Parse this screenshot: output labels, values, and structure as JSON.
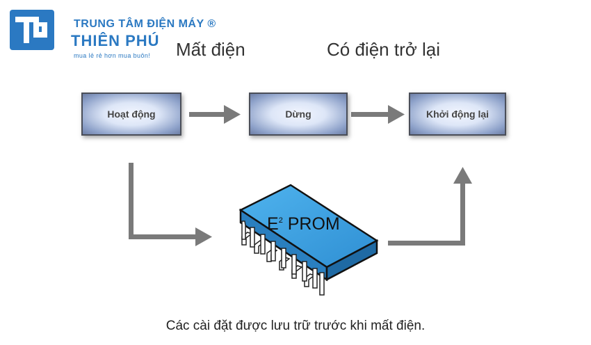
{
  "logo": {
    "top_line": "TRUNG TÂM ĐIỆN MÁY ®",
    "name": "THIÊN PHÚ",
    "slogan": "mua lẻ rẻ hơn mua buôn!",
    "color": "#2b79c2"
  },
  "headings": {
    "power_off": "Mất điện",
    "power_restored": "Có điện trở lại"
  },
  "boxes": {
    "operating": "Hoạt động",
    "stopped": "Dừng",
    "restart": "Khởi động lại"
  },
  "chip": {
    "label_main": "E",
    "label_sup": "2",
    "label_rest": " PROM",
    "color": "#3a9fe0"
  },
  "caption": "Các cài đặt được lưu trữ trước khi mất điện."
}
